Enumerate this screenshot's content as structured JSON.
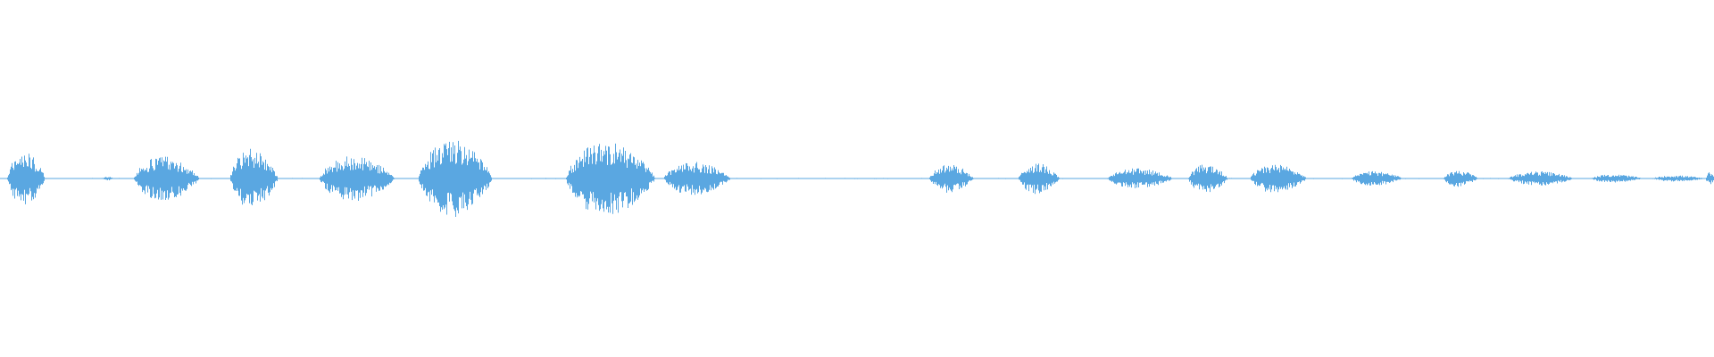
{
  "colors": {
    "background": "#ffffff",
    "waveform": "#5aa7e1"
  },
  "waveform": {
    "segments": [
      {
        "start": 0.004,
        "end": 0.026,
        "amplitude": 0.26
      },
      {
        "start": 0.06,
        "end": 0.066,
        "amplitude": 0.02
      },
      {
        "start": 0.078,
        "end": 0.116,
        "amplitude": 0.22
      },
      {
        "start": 0.134,
        "end": 0.162,
        "amplitude": 0.29
      },
      {
        "start": 0.186,
        "end": 0.23,
        "amplitude": 0.22
      },
      {
        "start": 0.244,
        "end": 0.287,
        "amplitude": 0.38
      },
      {
        "start": 0.33,
        "end": 0.382,
        "amplitude": 0.36
      },
      {
        "start": 0.387,
        "end": 0.426,
        "amplitude": 0.16
      },
      {
        "start": 0.542,
        "end": 0.568,
        "amplitude": 0.14
      },
      {
        "start": 0.594,
        "end": 0.618,
        "amplitude": 0.15
      },
      {
        "start": 0.646,
        "end": 0.684,
        "amplitude": 0.1
      },
      {
        "start": 0.693,
        "end": 0.716,
        "amplitude": 0.14
      },
      {
        "start": 0.729,
        "end": 0.762,
        "amplitude": 0.14
      },
      {
        "start": 0.788,
        "end": 0.818,
        "amplitude": 0.07
      },
      {
        "start": 0.842,
        "end": 0.862,
        "amplitude": 0.08
      },
      {
        "start": 0.88,
        "end": 0.918,
        "amplitude": 0.07
      },
      {
        "start": 0.928,
        "end": 0.958,
        "amplitude": 0.04
      },
      {
        "start": 0.964,
        "end": 0.994,
        "amplitude": 0.03
      },
      {
        "start": 0.995,
        "end": 1.0,
        "amplitude": 0.06
      }
    ],
    "noise_floor": 0.004,
    "duration": 1.0
  }
}
